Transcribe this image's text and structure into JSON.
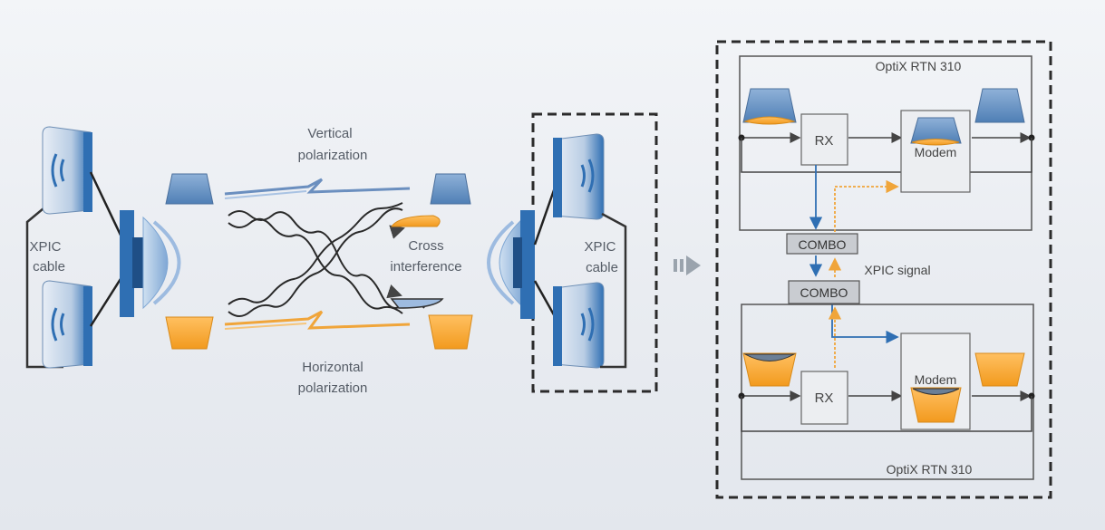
{
  "labels": {
    "vertical_polarization": [
      "Vertical",
      "polarization"
    ],
    "horizontal_polarization": [
      "Horizontal",
      "polarization"
    ],
    "cross_interference": [
      "Cross",
      "interference"
    ],
    "xpic_cable_left": [
      "XPIC",
      "cable"
    ],
    "xpic_cable_right": [
      "XPIC",
      "cable"
    ],
    "xpic_signal": "XPIC signal"
  },
  "equipment": {
    "top_unit_label": "OptiX RTN 310",
    "bottom_unit_label": "OptiX RTN 310",
    "rx_top": "RX",
    "rx_bottom": "RX",
    "modem_top": "Modem",
    "modem_bottom": "Modem",
    "combo_top": "COMBO",
    "combo_bottom": "COMBO"
  },
  "colors": {
    "vertical_signal": "#6b8fbf",
    "horizontal_signal": "#f0a53a",
    "antenna_blue": "#2f6fb3",
    "dashed_border": "#2b2b2b"
  },
  "icons": {
    "arrow": "double-right-arrow-icon"
  }
}
